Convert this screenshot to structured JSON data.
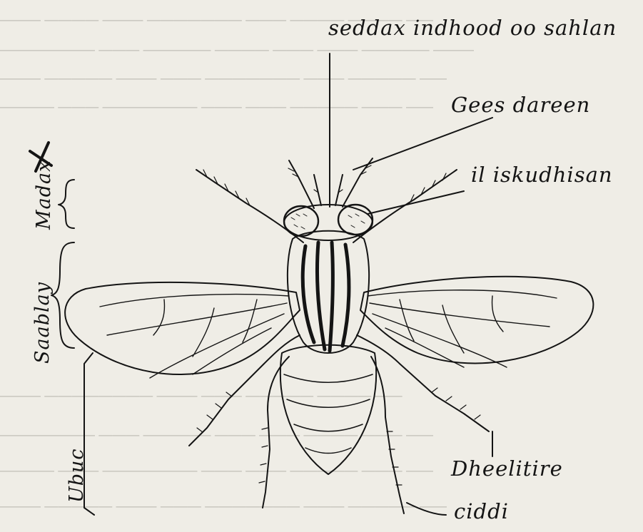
{
  "labels": {
    "head_parts": "seddax indhood oo sahlan",
    "antenna": "Gees dareen",
    "mouthparts": "il iskudhisan",
    "legs": "Dheelitire",
    "claws": "ciddi",
    "head": "Madax",
    "thorax": "Saablay",
    "abdomen": "Ubuc"
  },
  "colors": {
    "ink": "#141414",
    "paper": "#efede6",
    "background_text": "#c2c0b8"
  }
}
